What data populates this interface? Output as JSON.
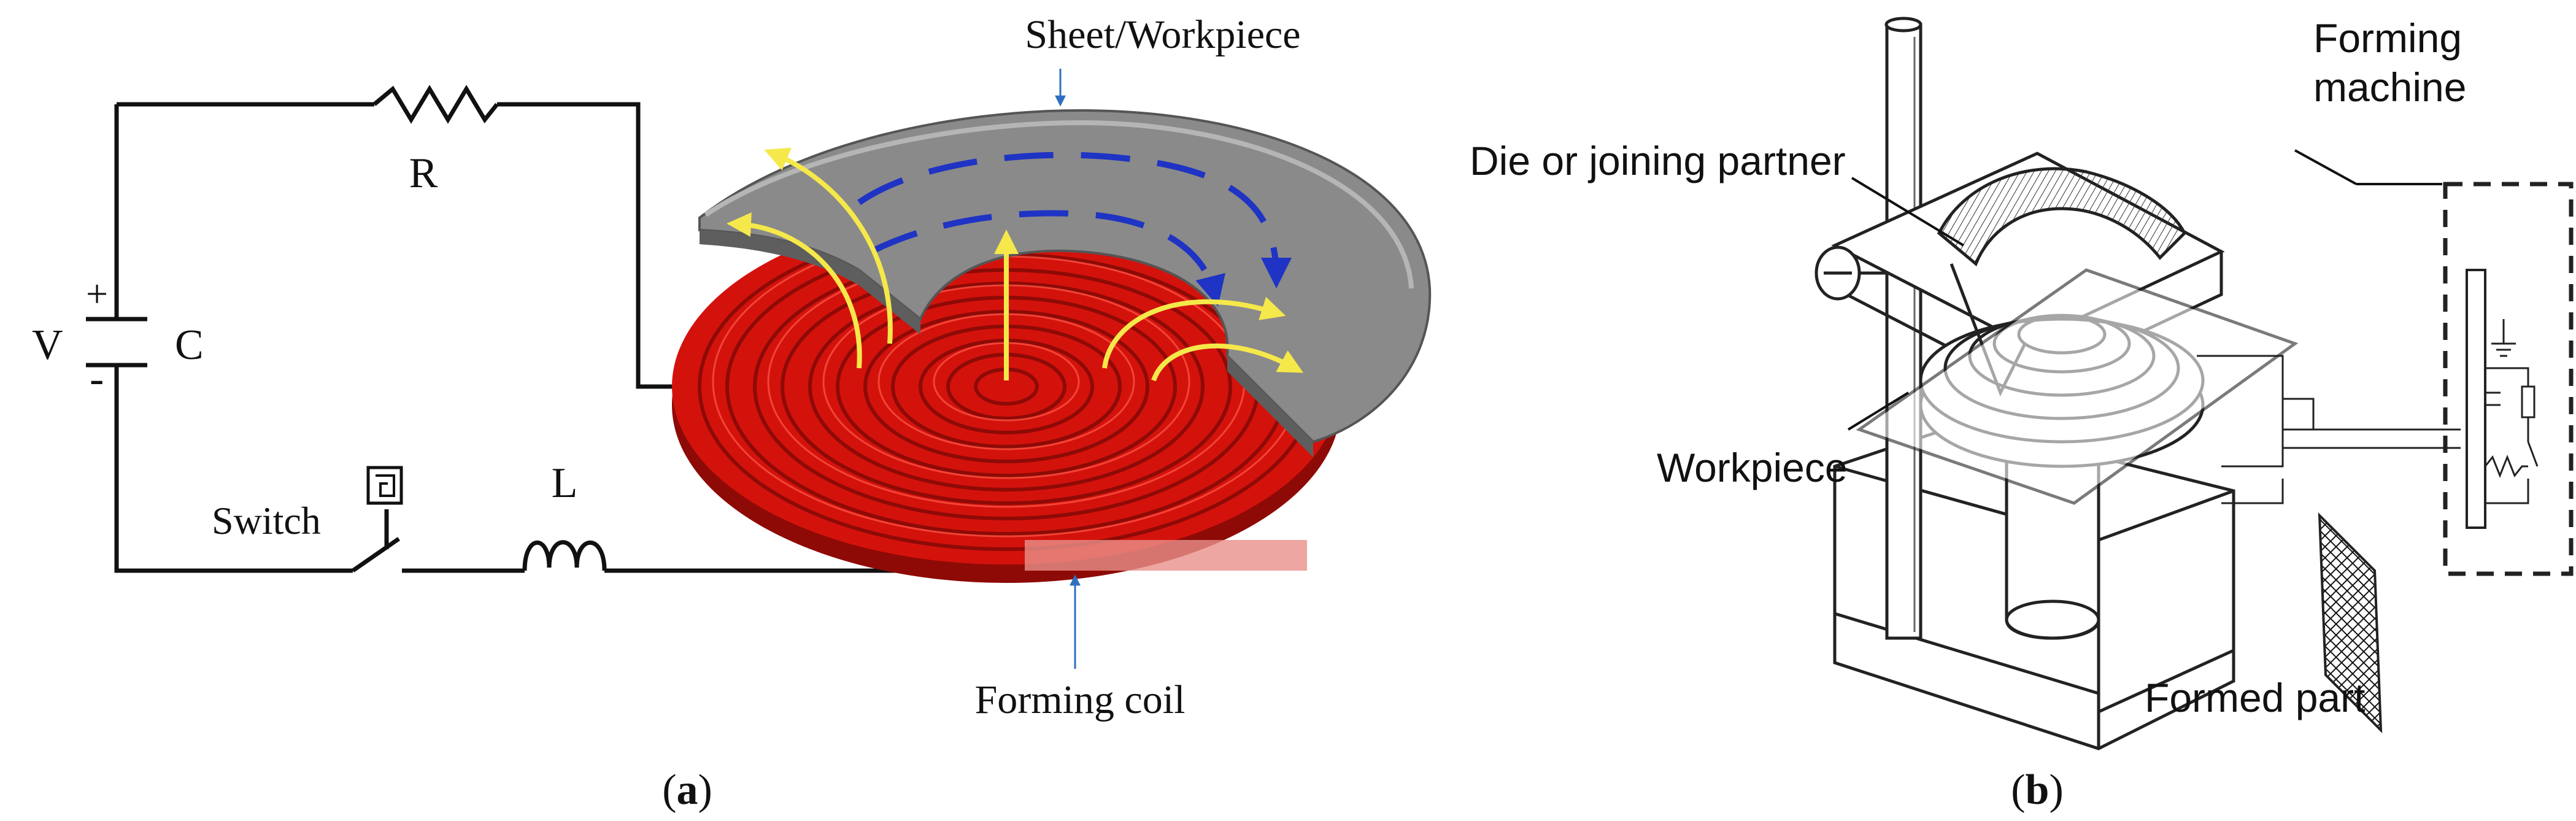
{
  "panel_a": {
    "caption_open": "(",
    "caption_letter": "a",
    "caption_close": ")",
    "label_R": "R",
    "label_V": "V",
    "label_C": "C",
    "label_plus": "+",
    "label_minus": "-",
    "label_switch": "Switch",
    "label_L": "L",
    "label_sheet": "Sheet/Workpiece",
    "label_coil": "Forming coil",
    "colors": {
      "coil": "#d4120c",
      "coil_dark": "#8e0a06",
      "sheet": "#8a8a8a",
      "field_lines": "#f5e84a",
      "eddy_current": "#1f33c4",
      "pointer": "#2f6fc0"
    }
  },
  "panel_b": {
    "caption_open": "(",
    "caption_letter": "b",
    "caption_close": ")",
    "label_die_partner": "Die or joining partner",
    "label_workpiece": "Workpiece",
    "label_forming_machine_line1": "Forming",
    "label_forming_machine_line2": "machine",
    "label_formed_part": "Formed part"
  }
}
